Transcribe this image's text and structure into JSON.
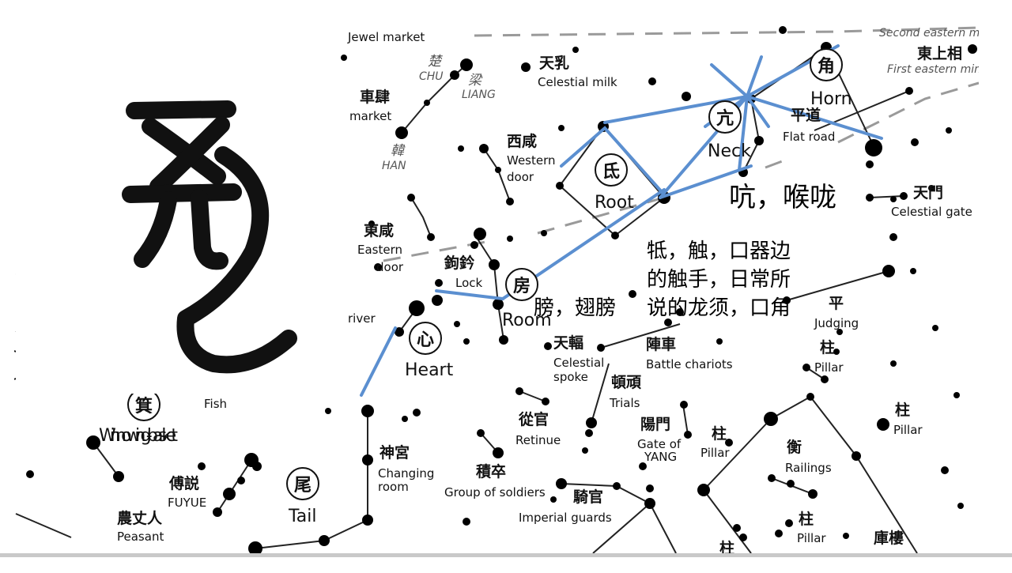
{
  "annotations": {
    "neck": "吭，喉咙",
    "root_lines": [
      "牴，触，口器边",
      "的触手，日常所",
      "说的龙须，口角"
    ],
    "room": "膀，翅膀"
  },
  "seal_glyph": "亢",
  "mansions": [
    {
      "marker": "角",
      "label": "Horn"
    },
    {
      "marker": "亢",
      "label": "Neck"
    },
    {
      "marker": "氐",
      "label": "Root"
    },
    {
      "marker": "房",
      "label": "Room"
    },
    {
      "marker": "心",
      "label": "Heart"
    },
    {
      "marker": "尾",
      "label": "Tail"
    },
    {
      "marker": "箕",
      "label": "Winnowing-basket"
    }
  ],
  "labels": {
    "jewel_market": {
      "en": "Jewel market"
    },
    "second_eastern_minister": {
      "en": "Second eastern minister"
    },
    "first_eastern_minister": {
      "cn": "東上相",
      "en": "First eastern minister"
    },
    "chu": {
      "cn": "楚",
      "en": "CHU"
    },
    "liang": {
      "cn": "梁",
      "en": "LIANG"
    },
    "celestial_milk": {
      "cn": "天乳",
      "en": "Celestial milk"
    },
    "carriage_market": {
      "cn": "車肆",
      "en": "market"
    },
    "han": {
      "cn": "韓",
      "en": "HAN"
    },
    "western_door": {
      "cn": "西咸",
      "en1": "Western",
      "en2": "door"
    },
    "flat_road": {
      "cn": "平道",
      "en": "Flat road"
    },
    "celestial_gate": {
      "cn": "天門",
      "en": "Celestial gate"
    },
    "eastern_door": {
      "cn": "東咸",
      "en1": "Eastern",
      "en2": "door"
    },
    "lock": {
      "cn": "鉤鈐",
      "en": "Lock"
    },
    "river": {
      "en": "river"
    },
    "judging": {
      "cn": "平",
      "en": "Judging"
    },
    "celestial_spoke": {
      "cn": "天輻",
      "en1": "Celestial",
      "en2": "spoke"
    },
    "battle_chariots": {
      "cn": "陣車",
      "en": "Battle chariots"
    },
    "pillar_1": {
      "cn": "柱",
      "en": "Pillar"
    },
    "trials": {
      "cn": "頓頑",
      "en": "Trials"
    },
    "fish": {
      "en": "Fish"
    },
    "retinue": {
      "cn": "從官",
      "en": "Retinue"
    },
    "pillar_2": {
      "cn": "柱",
      "en": "Pillar"
    },
    "gate_of_yang": {
      "cn": "陽門",
      "en1": "Gate of",
      "en2": "YANG"
    },
    "pillar_3": {
      "cn": "柱",
      "en": "Pillar"
    },
    "railings": {
      "cn": "衡",
      "en": "Railings"
    },
    "changing_room": {
      "cn": "神宮",
      "en1": "Changing",
      "en2": "room"
    },
    "group_of_soldiers": {
      "cn": "積卒",
      "en": "Group of soldiers"
    },
    "imperial_guards": {
      "cn": "騎官",
      "en": "Imperial guards"
    },
    "pillar_4": {
      "cn": "柱",
      "en": "Pillar"
    },
    "arsenal": {
      "cn": "庫樓"
    },
    "fuyue": {
      "cn": "傅説",
      "en": "FUYUE"
    },
    "peasant": {
      "cn": "農丈人",
      "en": "Peasant"
    },
    "pillar_5": {
      "cn": "柱"
    }
  },
  "colors": {
    "overlay_line": "#5b8fd0",
    "star": "#000000",
    "constellation_line": "#222222",
    "boundary": "#9a9a9a"
  }
}
